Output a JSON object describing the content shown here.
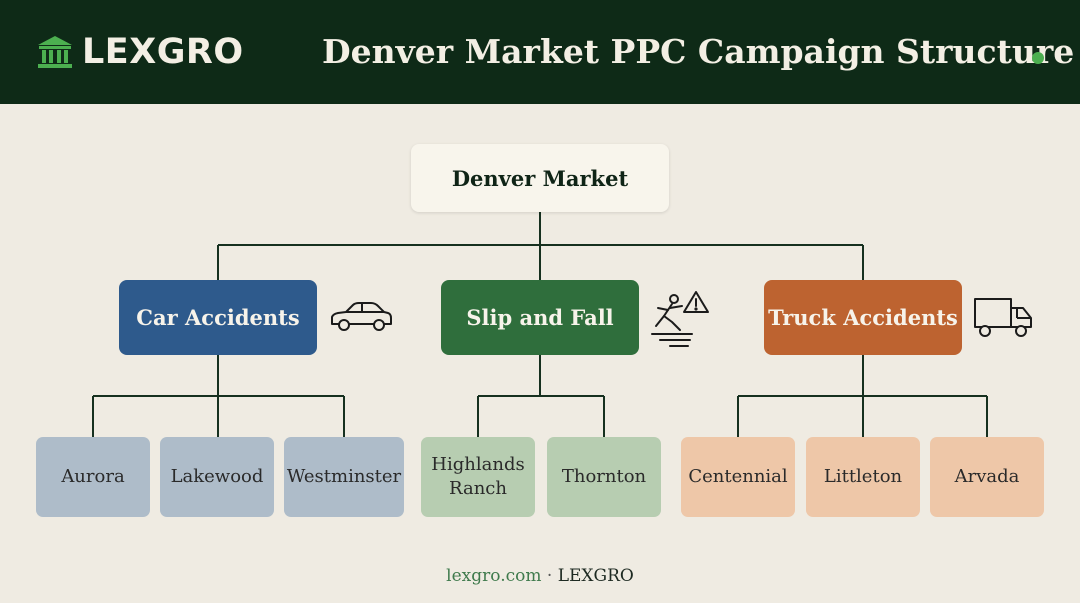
{
  "header": {
    "logo_text": "LEXGRO",
    "title": "Denver Market PPC Campaign Structure",
    "accent_color": "#4caf50",
    "background_color": "#0e2a17"
  },
  "diagram": {
    "root": {
      "label": "Denver Market"
    },
    "categories": [
      {
        "label": "Car Accidents",
        "icon": "car-icon",
        "color": "#2e5a8c",
        "children": [
          "Aurora",
          "Lakewood",
          "Westminster"
        ]
      },
      {
        "label": "Slip and Fall",
        "icon": "slip-fall-warning-icon",
        "color": "#2f6e3c",
        "children": [
          "Highlands Ranch",
          "Thornton"
        ]
      },
      {
        "label": "Truck Accidents",
        "icon": "truck-icon",
        "color": "#bd6330",
        "children": [
          "Centennial",
          "Littleton",
          "Arvada"
        ]
      }
    ]
  },
  "footer": {
    "site": "lexgro.com",
    "separator": "·",
    "brand": "LEXGRO"
  }
}
